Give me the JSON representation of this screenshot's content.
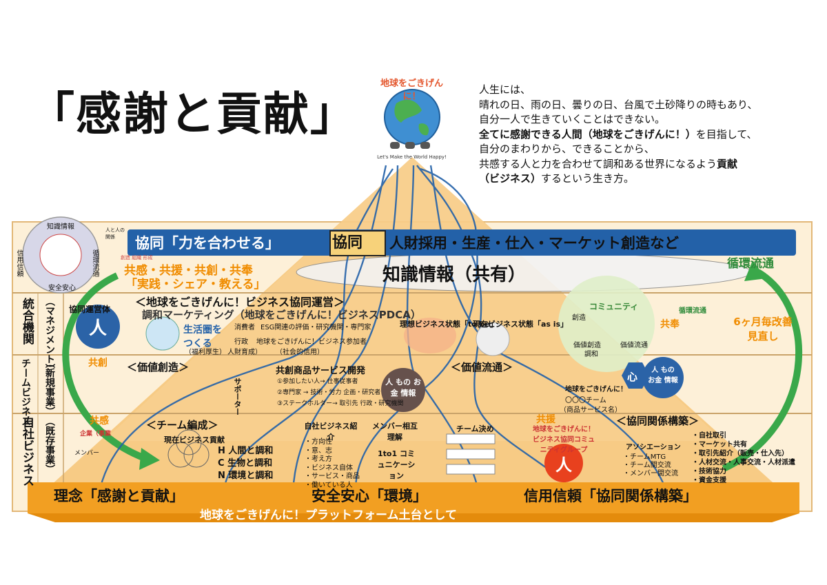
{
  "title": "「感謝と貢献」",
  "logo": {
    "arc_text": "地球をごきげんに！",
    "tagline": "Let's Make the World Happy!"
  },
  "intro": {
    "line1": "人生には、",
    "line2": "晴れの日、雨の日、曇りの日、台風で土砂降りの時もあり、",
    "line3": "自分一人で生きていくことはできない。",
    "line4_bold": "全てに感謝できる人間（地球をごきげんに！）",
    "line4_rest": "を目指して、",
    "line5": "自分のまわりから、できることから、",
    "line6_a": "共感する人と力を合わせて調和ある世界になるよう",
    "line6_bold": "貢献",
    "line7_bold": "（ビジネス）",
    "line7_rest": "するという生き方。"
  },
  "top_band": {
    "left": "協同「力を合わせる」",
    "badge": "協同",
    "right": "人財採用・生産・仕入・マーケット創造など"
  },
  "knowledge": {
    "title": "知識情報（共有）",
    "circulation": "循環流通",
    "slogan1": "共感・共援・共創・共奉",
    "slogan2": "「実践・シェア・教える」"
  },
  "wheel": {
    "labels": [
      "知識情報",
      "安全安心",
      "循環流通",
      "信用信頼"
    ],
    "mini": [
      "創造",
      "組織",
      "形成"
    ],
    "note": "人と人の関係"
  },
  "rows": {
    "r1": {
      "label": "統合機関",
      "sub": "（マネジメント）"
    },
    "r2": {
      "label": "チームビジネス",
      "sub": "（新規事業）"
    },
    "r3": {
      "label": "自社ビジネス",
      "sub": "（既存事業）"
    }
  },
  "governance": {
    "unit": "協同運営体",
    "person": "人",
    "heading": "＜地球をごきげんに！ビジネス協同運営＞",
    "marketing": "調和マーケティング（地球をごきげんに！ビジネスPDCA）",
    "life_sphere": "生活圏をつくる",
    "tags": [
      "消費者",
      "ESG関連の評価・研究機関・専門家",
      "行政",
      "地球をごきげんに！ビジネス参加者"
    ],
    "tags2": [
      "（福利厚生）",
      "人財育成）",
      "（社会的信用）"
    ],
    "ideal": "理想ビジネス状態「to be」",
    "current": "現在ビジネス状態「as is」",
    "community": "コミュニティ",
    "create": "創造",
    "circulate": "価値流通",
    "value_create": "価値創造",
    "harmony": "調和",
    "cocreation": "共奉",
    "review": "6ヶ月毎改善見直し",
    "circ_badge": "循環流通"
  },
  "team": {
    "kyoso": "共創",
    "value_create": "＜価値創造＞",
    "product_dev": "共創商品サービス開発",
    "supporter": "サポーター",
    "items": [
      "①参加したい人→ 仕事従事者",
      "②専門家 → 技術・労力 企画・研究者",
      "③ステークホルダー→ 取引先 行政・研究機関"
    ],
    "person_box": "人 もの お金 情報",
    "value_circ": "＜価値流通＞",
    "shin": "心",
    "chem": "人 もの お金 情報",
    "team_name1": "地球をごきげんに！",
    "team_name2": "〇〇〇チーム",
    "team_name3": "（商品サービス名）"
  },
  "own": {
    "kyokan": "共感",
    "team_form": "＜チーム編成＞",
    "business": "企業（事業",
    "member": "メンバー",
    "current_biz": "現在ビジネス貢献",
    "hnc": [
      "H 人間と調和",
      "C 生物と調和",
      "N 環境と調和"
    ],
    "self_intro_title": "自社ビジネス紹介",
    "self_intro_items": [
      "・方向性",
      "・意、志",
      "・考え方",
      "・ビジネス自体",
      "・サービス・商品",
      "・働いている人"
    ],
    "member_title": "メンバー相互理解",
    "one_to_one": "1to1 コミュニケーション",
    "team_decide": "チーム決め",
    "kyoen": "共援",
    "community_group": "地球をごきげんに！ビジネス協同コミュニティグループ",
    "person": "人",
    "relation_title": "＜協同関係構築＞",
    "assoc": "アソシエーション",
    "assoc_items": [
      "・チームMTG",
      "・チーム間交流",
      "・メンバー間交流"
    ],
    "trade_items": [
      "・自社取引",
      "・マーケット共有",
      "・取引先紹介（販売・仕入先）",
      "・人材交流・人事交流・人材派遣",
      "・技術協力",
      "・資金支援"
    ]
  },
  "base": {
    "left": "理念「感謝と貢献」",
    "mid": "安全安心「環境」",
    "right": "信用信頼「協同関係構築」",
    "platform": "地球をごきげんに！プラットフォーム土台として"
  },
  "colors": {
    "orange": "#f29f22",
    "blue": "#2361a8",
    "green": "#3aa84a",
    "beige": "#fbe3b5"
  }
}
